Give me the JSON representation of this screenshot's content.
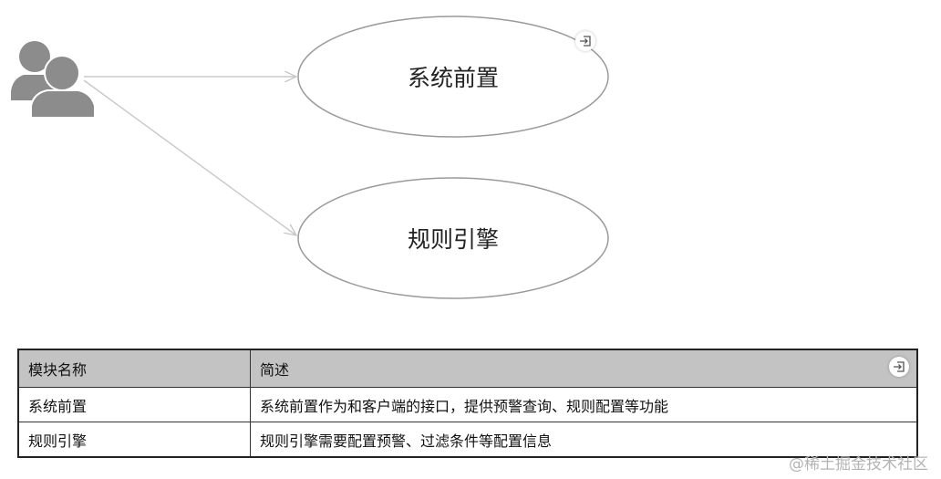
{
  "diagram": {
    "use_cases": [
      "系统前置",
      "规则引擎"
    ],
    "colors": {
      "actor": "#8c8c8c",
      "ellipse_stroke": "#9a9a9a",
      "association": "#c8c8c8"
    }
  },
  "icons": {
    "actor": "users-icon",
    "expand": "expand-icon"
  },
  "table": {
    "headers": [
      "模块名称",
      "简述"
    ],
    "rows": [
      [
        "系统前置",
        "系统前置作为和客户端的接口，提供预警查询、规则配置等功能"
      ],
      [
        "规则引擎",
        "规则引擎需要配置预警、过滤条件等配置信息"
      ]
    ]
  },
  "watermark": "@稀土掘金技术社区"
}
